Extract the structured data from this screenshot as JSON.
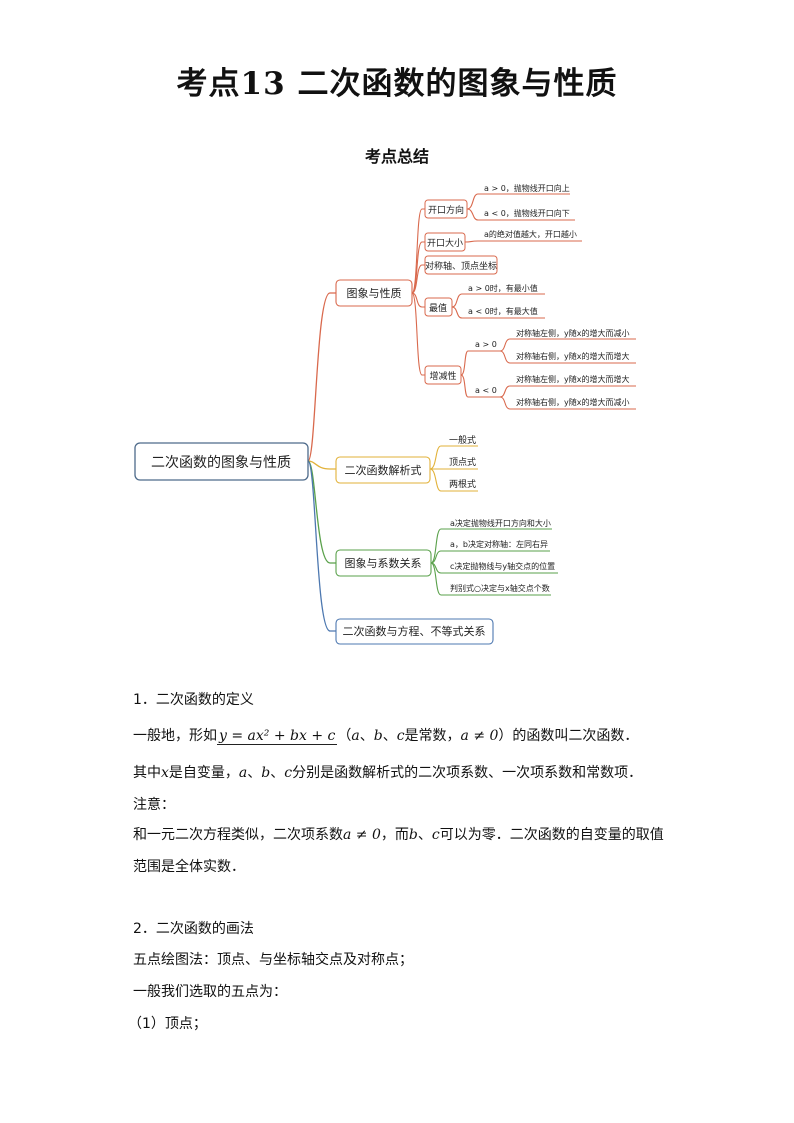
{
  "page_title": "考点13 二次函数的图象与性质",
  "section_title": "考点总结",
  "mindmap": {
    "root": "二次函数的图象与性质",
    "branches": {
      "graph": {
        "label": "图象与性质",
        "open_dir": {
          "label": "开口方向",
          "leaf1": "a > 0，抛物线开口向上",
          "leaf2": "a < 0，抛物线开口向下"
        },
        "open_size": {
          "label": "开口大小",
          "leaf1": "a的绝对值越大，开口越小"
        },
        "axis": {
          "label": "对称轴、顶点坐标"
        },
        "extreme": {
          "label": "最值",
          "leaf1": "a > 0时，有最小值",
          "leaf2": "a < 0时，有最大值"
        },
        "mono": {
          "label": "增减性",
          "pos": {
            "label": "a > 0",
            "leaf1": "对称轴左侧，y随x的增大而减小",
            "leaf2": "对称轴右侧，y随x的增大而增大"
          },
          "neg": {
            "label": "a < 0",
            "leaf1": "对称轴左侧，y随x的增大而增大",
            "leaf2": "对称轴右侧，y随x的增大而减小"
          }
        }
      },
      "formula": {
        "label": "二次函数解析式",
        "leaf1": "一般式",
        "leaf2": "顶点式",
        "leaf3": "两根式"
      },
      "coef": {
        "label": "图象与系数关系",
        "leaf1": "a决定抛物线开口方向和大小",
        "leaf2": "a，b决定对称轴：左同右异",
        "leaf3": "c决定抛物线与y轴交点的位置",
        "leaf4": "判别式○决定与x轴交点个数"
      },
      "eqn": {
        "label": "二次函数与方程、不等式关系"
      }
    }
  },
  "section1": {
    "heading": "1．二次函数的定义",
    "p1_pre": "一般地，形如",
    "p1_eq": "y = ax² + bx + c",
    "p1_a": "a",
    "p1_sep1": "、",
    "p1_b": "b",
    "p1_sep2": "、",
    "p1_c": "c",
    "p1_mid": "是常数，",
    "p1_cond": "a ≠ 0",
    "p1_post": "）的函数叫二次函数．",
    "p2_pre": "其中",
    "p2_x": "x",
    "p2_mid1": "是自变量，",
    "p2_a": "a",
    "p2_b": "b",
    "p2_c": "c",
    "p2_post": "分别是函数解析式的二次项系数、一次项系数和常数项．",
    "note": "注意：",
    "p3_pre": "和一元二次方程类似，二次项系数",
    "p3_cond": "a ≠ 0",
    "p3_mid": "，而",
    "p3_b": "b",
    "p3_c": "c",
    "p3_post": "可以为零．二次函数的自变量的取值",
    "p4": "范围是全体实数．"
  },
  "section2": {
    "heading": "2．二次函数的画法",
    "line1": "五点绘图法：顶点、与坐标轴交点及对称点；",
    "line2": "一般我们选取的五点为：",
    "line3": "（1）顶点；"
  }
}
